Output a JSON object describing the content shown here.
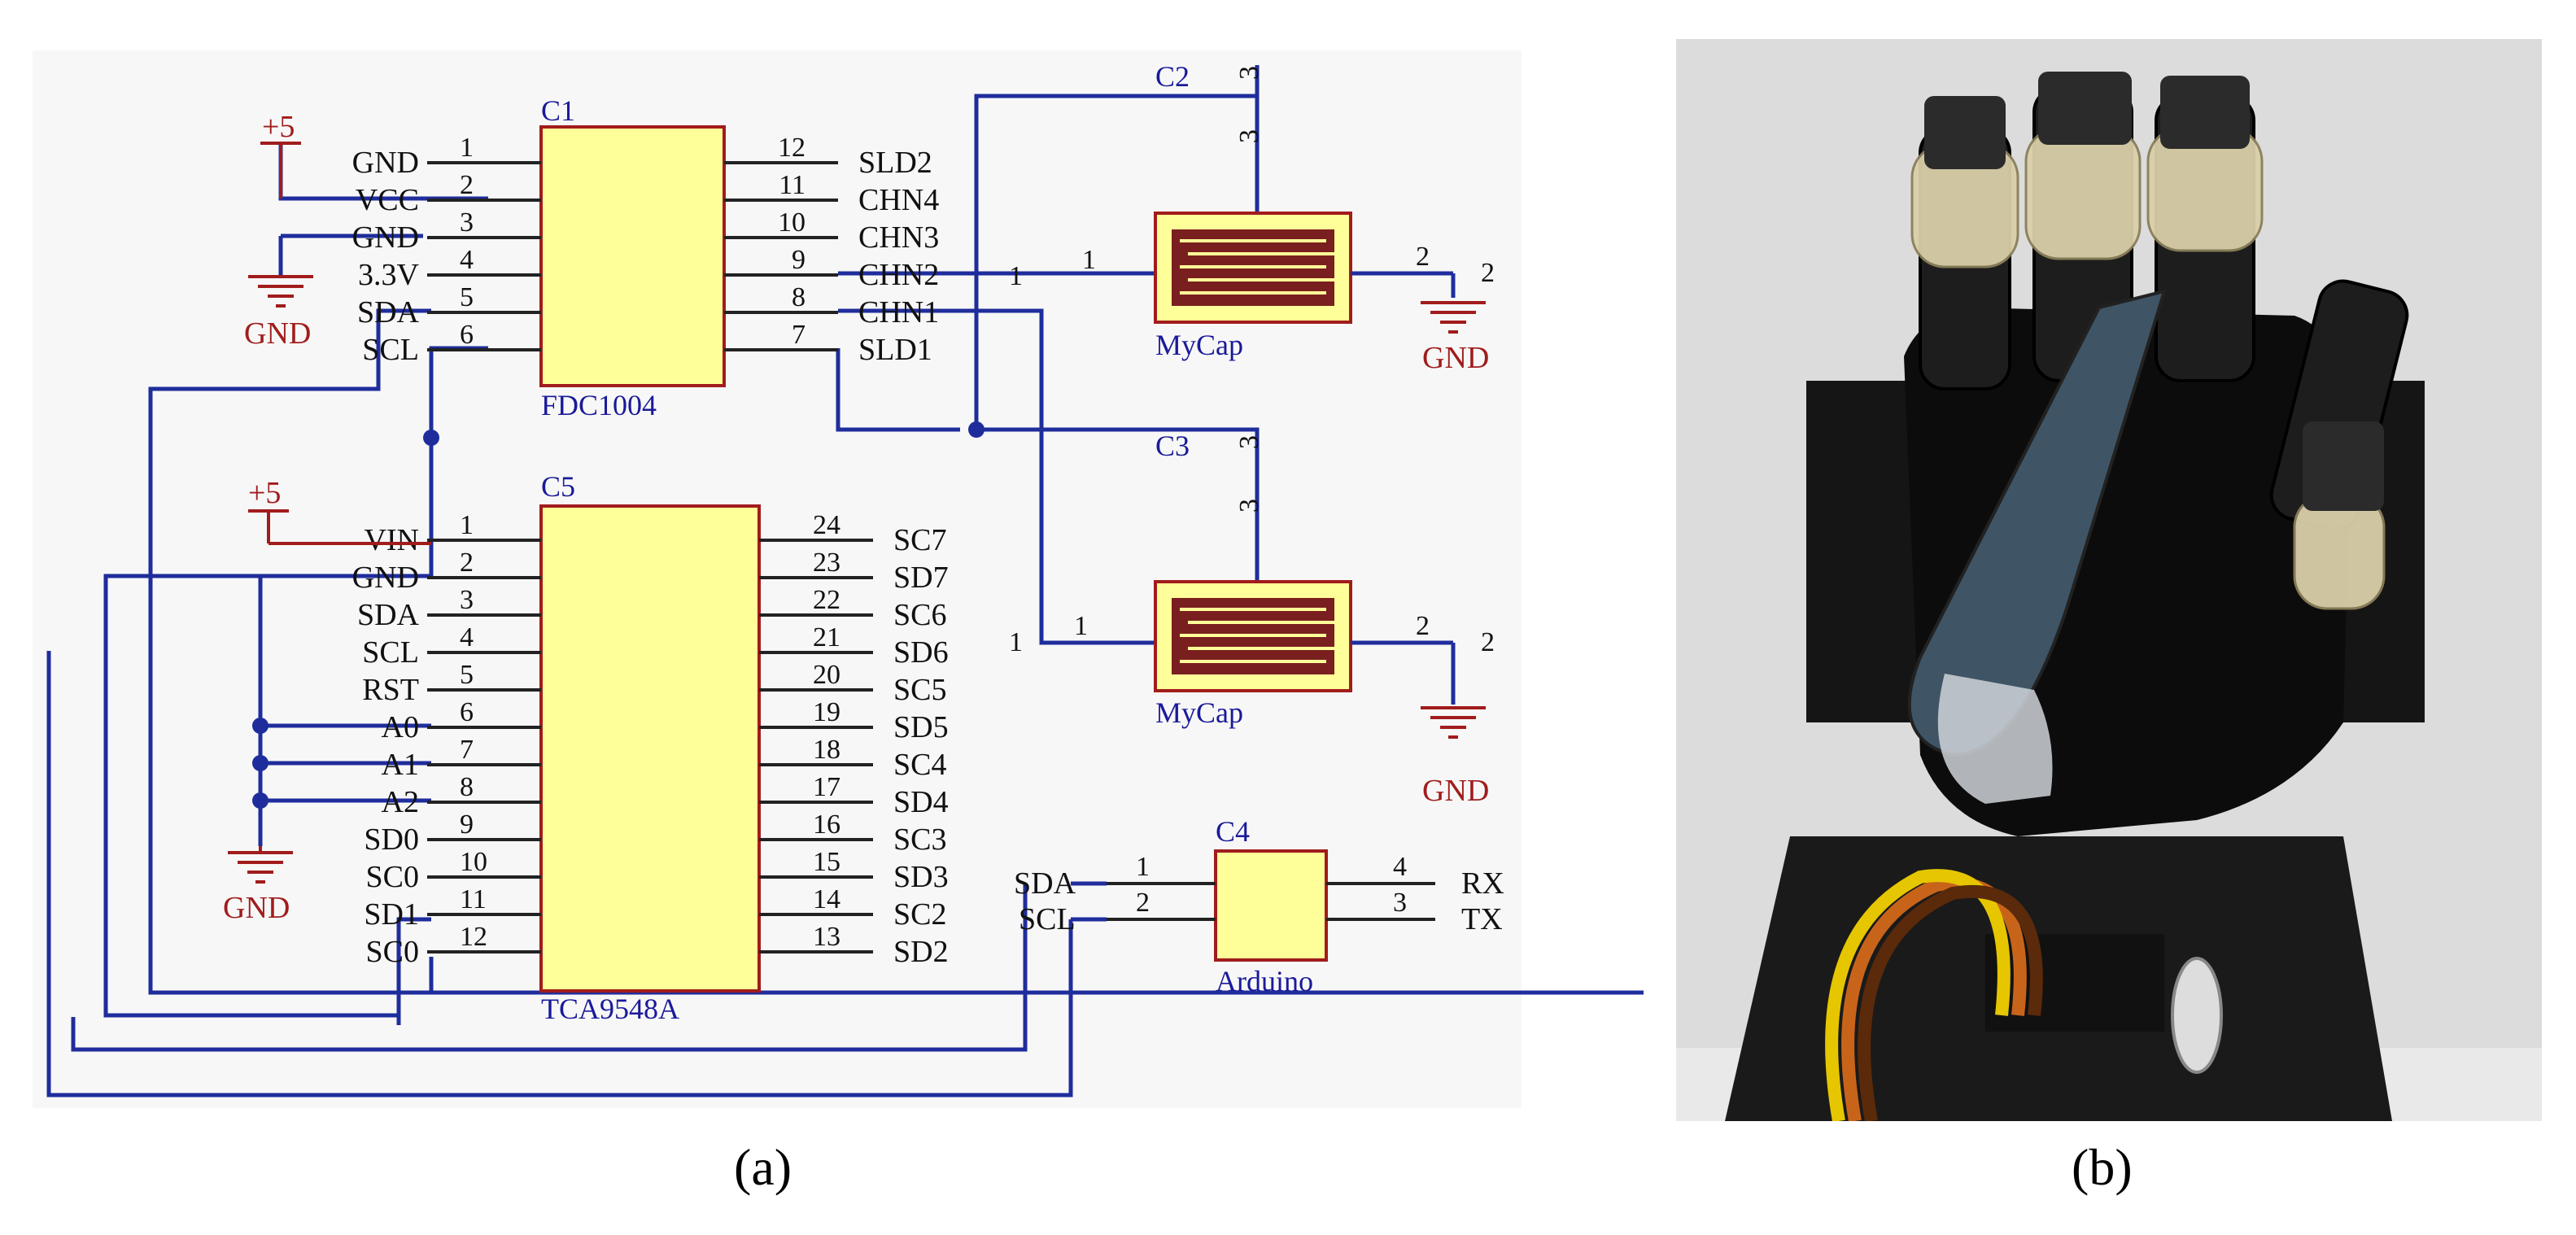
{
  "captions": {
    "a": "(a)",
    "b": "(b)"
  },
  "colors": {
    "wire": "#1f2d9c",
    "ground": "#a11c1c",
    "chip_fill": "#ffff99",
    "chip_stroke": "#a11c1c",
    "cap_fill": "#7a1f1f"
  },
  "c1": {
    "ref": "C1",
    "part": "FDC1004",
    "left_pins": [
      {
        "num": "1",
        "name": "GND"
      },
      {
        "num": "2",
        "name": "VCC"
      },
      {
        "num": "3",
        "name": "GND"
      },
      {
        "num": "4",
        "name": "3.3V"
      },
      {
        "num": "5",
        "name": "SDA"
      },
      {
        "num": "6",
        "name": "SCL"
      }
    ],
    "right_pins": [
      {
        "num": "12",
        "name": "SLD2"
      },
      {
        "num": "11",
        "name": "CHN4"
      },
      {
        "num": "10",
        "name": "CHN3"
      },
      {
        "num": "9",
        "name": "CHN2"
      },
      {
        "num": "8",
        "name": "CHN1"
      },
      {
        "num": "7",
        "name": "SLD1"
      }
    ]
  },
  "c5": {
    "ref": "C5",
    "part": "TCA9548A",
    "left_pins": [
      {
        "num": "1",
        "name": "VIN"
      },
      {
        "num": "2",
        "name": "GND"
      },
      {
        "num": "3",
        "name": "SDA"
      },
      {
        "num": "4",
        "name": "SCL"
      },
      {
        "num": "5",
        "name": "RST"
      },
      {
        "num": "6",
        "name": "A0"
      },
      {
        "num": "7",
        "name": "A1"
      },
      {
        "num": "8",
        "name": "A2"
      },
      {
        "num": "9",
        "name": "SD0"
      },
      {
        "num": "10",
        "name": "SC0"
      },
      {
        "num": "11",
        "name": "SD1"
      },
      {
        "num": "12",
        "name": "SC0"
      }
    ],
    "right_pins": [
      {
        "num": "24",
        "name": "SC7"
      },
      {
        "num": "23",
        "name": "SD7"
      },
      {
        "num": "22",
        "name": "SC6"
      },
      {
        "num": "21",
        "name": "SD6"
      },
      {
        "num": "20",
        "name": "SC5"
      },
      {
        "num": "19",
        "name": "SD5"
      },
      {
        "num": "18",
        "name": "SC4"
      },
      {
        "num": "17",
        "name": "SD4"
      },
      {
        "num": "16",
        "name": "SC3"
      },
      {
        "num": "15",
        "name": "SD3"
      },
      {
        "num": "14",
        "name": "SC2"
      },
      {
        "num": "13",
        "name": "SD2"
      }
    ]
  },
  "c2": {
    "ref": "C2",
    "part": "MyCap",
    "pin1": "1",
    "pin1b": "1",
    "pin2": "2",
    "pin2b": "2",
    "pin3": "3",
    "pin3b": "3",
    "ground": "GND"
  },
  "c3": {
    "ref": "C3",
    "part": "MyCap",
    "pin1": "1",
    "pin1b": "1",
    "pin2": "2",
    "pin2b": "2",
    "pin3": "3",
    "pin3b": "3",
    "ground": "GND"
  },
  "c4": {
    "ref": "C4",
    "part": "Arduino",
    "pins": {
      "p1": "1",
      "p2": "2",
      "p3": "3",
      "p4": "4"
    },
    "labels": {
      "sda": "SDA",
      "scl": "SCL",
      "rx": "RX",
      "tx": "TX"
    }
  },
  "power": {
    "plus5": "+5",
    "gnd": "GND"
  },
  "photo": {
    "subject": "robotic-hand-with-capacitive-fingertip-sensors"
  }
}
